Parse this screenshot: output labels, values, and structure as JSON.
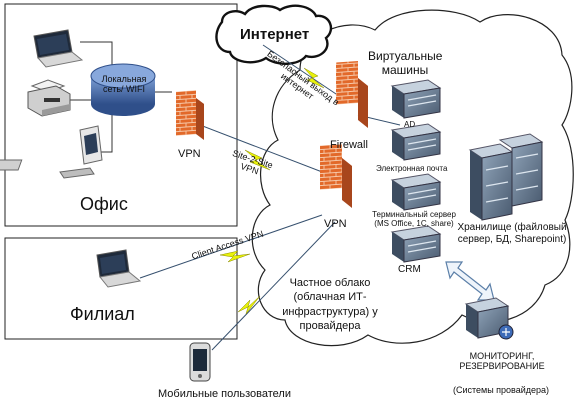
{
  "office": {
    "title": "Офис",
    "hub_label": "Локальная сеть/ WIFI"
  },
  "branch": {
    "title": "Филиал"
  },
  "internet": {
    "label": "Интернет",
    "secure_link": "Безопасный выход в интернет"
  },
  "cloud": {
    "vm_title": "Виртуальные машины",
    "servers": [
      "AD",
      "Электронная почта",
      "Терминальный сервер (MS Office, 1C, share)",
      "CRM"
    ],
    "storage_label": "Хранилище (файловый сервер, БД, Sharepoint)",
    "firewall_label": "Firewall",
    "vpn_label": "VPN",
    "description": "Частное облако (облачная ИТ-инфраструктура) у провайдера"
  },
  "office_vpn_label": "VPN",
  "links": {
    "site_to_site": "Site-2-Site VPN",
    "client_access": "Client Access VPN"
  },
  "mobile_users": "Мобильные пользователи",
  "monitoring": {
    "title": "МОНИТОРИНГ, РЕЗЕРВИРОВАНИЕ",
    "subtitle": "(Системы провайдера)"
  }
}
